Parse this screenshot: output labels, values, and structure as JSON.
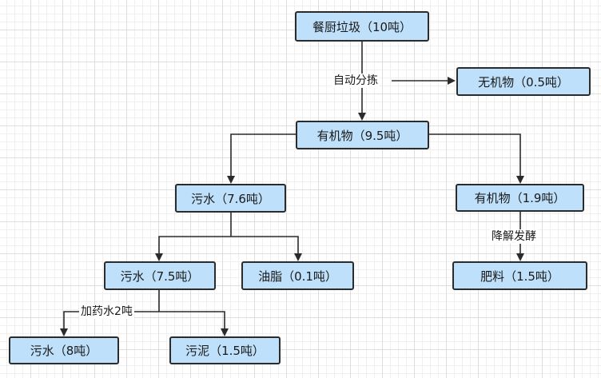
{
  "diagram": {
    "nodes": {
      "kitchen_waste": "餐厨垃圾（10吨）",
      "inorganic": "无机物（0.5吨）",
      "organic_total": "有机物（9.5吨）",
      "sewage_total": "污水（7.6吨）",
      "organic_part": "有机物（1.9吨）",
      "sewage_main": "污水（7.5吨）",
      "grease": "油脂（0.1吨）",
      "fertilizer": "肥料（1.5吨）",
      "sewage_final": "污水（8吨）",
      "sludge": "污泥（1.5吨）"
    },
    "edge_labels": {
      "auto_sort": "自动分拣",
      "fermentation": "降解发酵",
      "add_chemicals": "加药水2吨"
    },
    "colors": {
      "node_fill": "#bee0fa",
      "node_border": "#2b2b2b",
      "edge": "#2b2b2b"
    }
  }
}
